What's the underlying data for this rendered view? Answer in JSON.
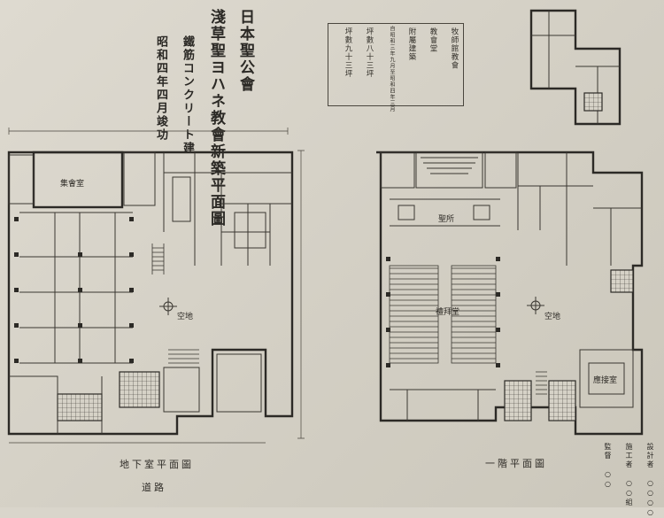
{
  "title": {
    "col1": "日本聖公會",
    "col2": "淺草聖ヨハネ教會新築平面圖",
    "col3": "鐵筋コンクリート建",
    "col4": "昭和四年四月竣功"
  },
  "info_table": {
    "rows": [
      "牧師館教會",
      "教會堂",
      "附屬建築",
      "自昭和三年九月至昭和四年三月",
      "坪數八十三坪",
      "坪數九十三坪"
    ]
  },
  "plans": {
    "ground": {
      "caption": "地下室平面圖",
      "street": "道路"
    },
    "first": {
      "caption": "一階平面圖"
    }
  },
  "credits": [
    "設計者 ○○○○",
    "施工者 ○○組",
    "監督 ○○"
  ],
  "room_labels": {
    "ground_hall": "集會室",
    "ground_yard": "空地",
    "first_hall": "禮拜堂",
    "first_yard": "空地",
    "first_chapel": "聖所",
    "first_study": "應接室"
  },
  "colors": {
    "paper": "#d9d5cb",
    "ink": "#2c2a26"
  }
}
